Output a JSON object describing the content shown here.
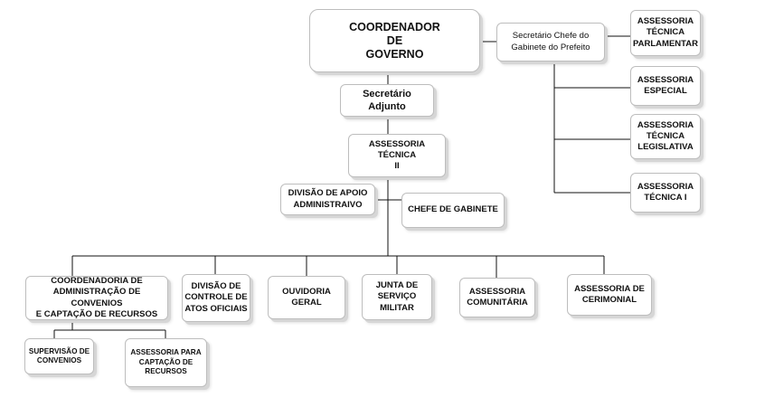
{
  "orgchart": {
    "nodes": {
      "coordenador": "COORDENADOR\nDE\nGOVERNO",
      "secretario_chefe": "Secretário Chefe do\nGabinete do Prefeito",
      "secretario_adjunto": "Secretário\nAdjunto",
      "assessoria_tecnica_ii": "ASSESSORIA TÉCNICA\nII",
      "divisao_apoio": "DIVISÃO DE APOIO\nADMINISTRAIVO",
      "chefe_gabinete": "CHEFE DE GABINETE",
      "assessoria_parlamentar": "ASSESSORIA\nTÉCNICA\nPARLAMENTAR",
      "assessoria_especial": "ASSESSORIA\nESPECIAL",
      "assessoria_legislativa": "ASSESSORIA\nTÉCNICA\nLEGISLATIVA",
      "assessoria_tecnica_i": "ASSESSORIA\nTÉCNICA I",
      "coordenadoria_convenios": "COORDENADORIA DE\nADMINISTRAÇÃO DE CONVENIOS\nE CAPTAÇÃO DE RECURSOS",
      "divisao_atos": "DIVISÃO DE\nCONTROLE DE\nATOS OFICIAIS",
      "ouvidoria": "OUVIDORIA\nGERAL",
      "junta_militar": "JUNTA DE\nSERVIÇO\nMILITAR",
      "assessoria_comunitaria": "ASSESSORIA\nCOMUNITÁRIA",
      "assessoria_cerimonial": "ASSESSORIA DE\nCERIMONIAL",
      "supervisao_convenios": "SUPERVISÃO DE\nCONVENIOS",
      "assessoria_captacao": "ASSESSORIA PARA\nCAPTAÇÃO DE\nRECURSOS"
    }
  }
}
